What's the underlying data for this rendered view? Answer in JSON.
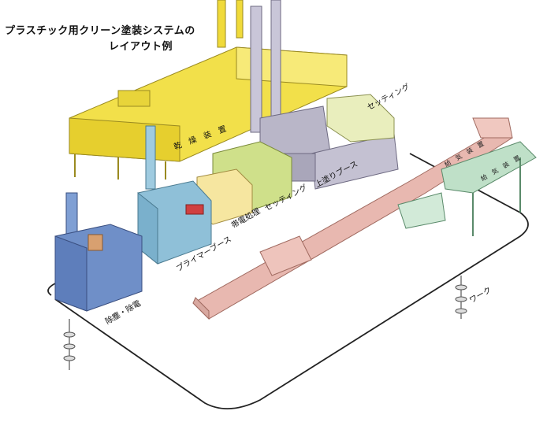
{
  "title": {
    "line1": "プラスチック用クリーン塗装システムの",
    "line2": "レイアウト例"
  },
  "labels": {
    "drying": "乾　燥　装　置",
    "setting_top": "セッティング",
    "setting_mid": "セッティング",
    "top_coat_booth": "上塗りブース",
    "charging": "帯電処理",
    "primer_booth": "プライマーブース",
    "dust_removal": "除塵・除電",
    "air_supply_1": "給　気　装　置",
    "air_supply_2": "給　気　装　置",
    "work": "ワーク"
  },
  "colors": {
    "dryer": "#f2e04a",
    "dust_unit": "#6f8fc8",
    "primer_unit": "#8fc0d8",
    "charging_unit": "#f6e6a0",
    "setting_unit": "#cfe08a",
    "booth_grey": "#b9b6c8",
    "duct_pink": "#e8b8b0",
    "supply_green": "#bfe0c8",
    "conveyor": "#222222"
  }
}
